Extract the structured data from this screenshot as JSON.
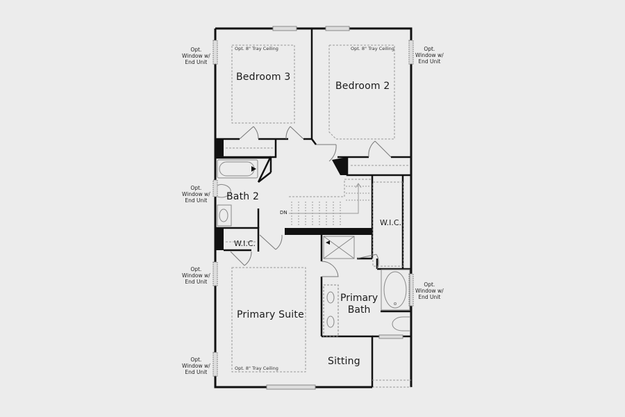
{
  "floorplan": {
    "rooms": {
      "bedroom3": "Bedroom 3",
      "bedroom2": "Bedroom 2",
      "bath2": "Bath 2",
      "wic_left": "W.I.C.",
      "wic_right": "W.I.C.",
      "primary_suite": "Primary Suite",
      "primary_bath_line1": "Primary",
      "primary_bath_line2": "Bath",
      "sitting": "Sitting"
    },
    "annotations": {
      "tray_ceiling": "Opt. 8\" Tray Ceiling",
      "stairs_down": "DN",
      "opt_window_line1": "Opt.",
      "opt_window_line2": "Window w/",
      "opt_window_line3": "End Unit"
    },
    "colors": {
      "background": "#ececec",
      "wall": "#111111",
      "dashed": "#9a9a9a",
      "fixture": "#888888"
    }
  }
}
